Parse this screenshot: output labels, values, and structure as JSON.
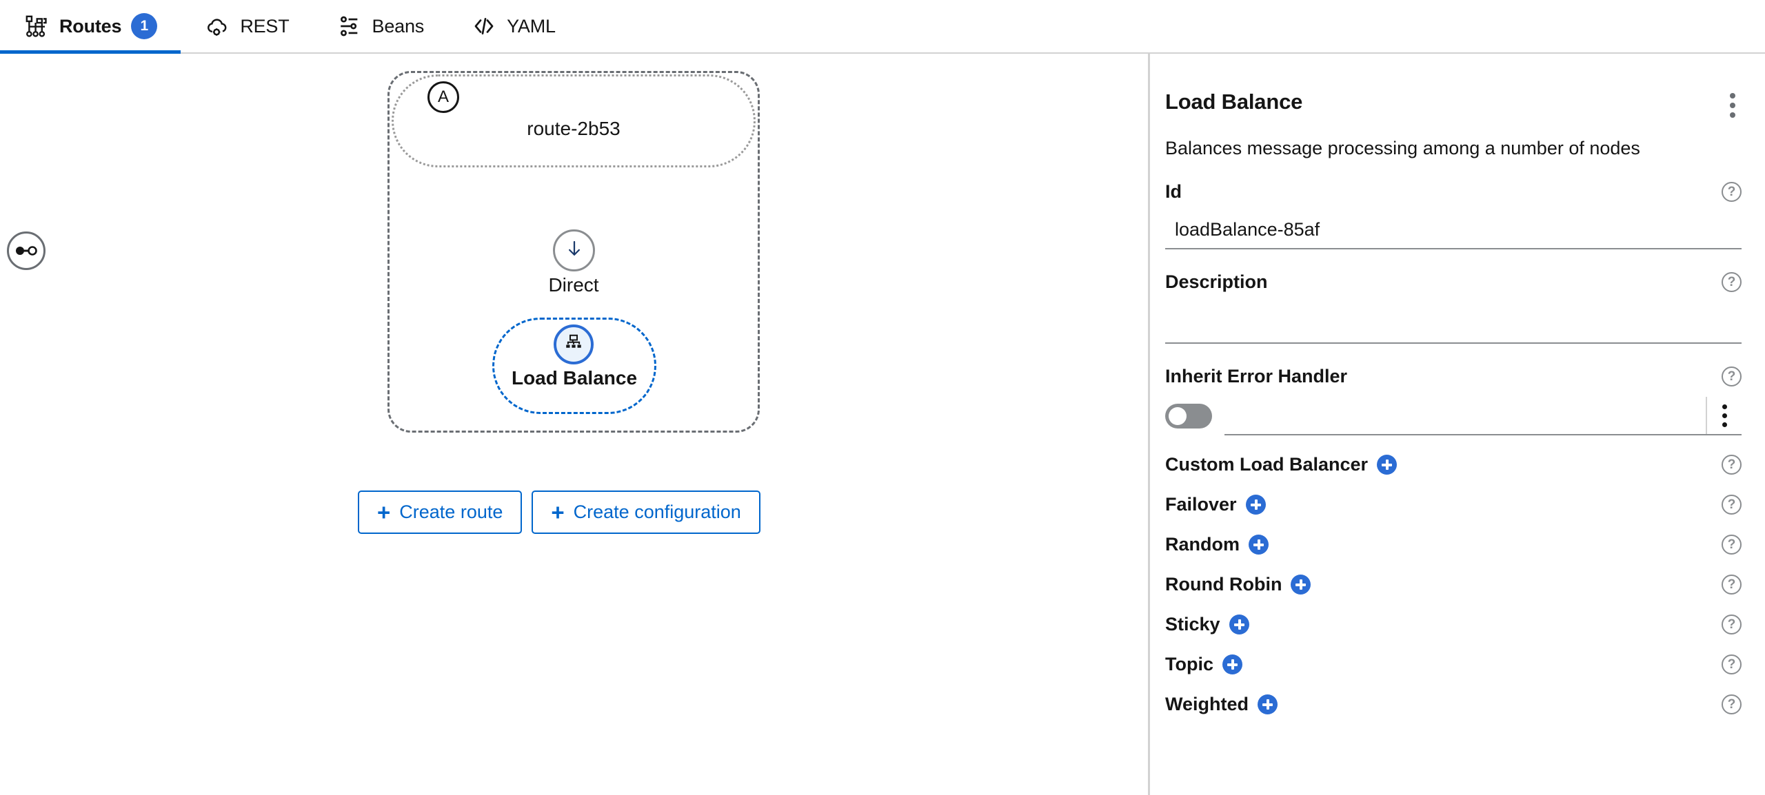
{
  "tabs": [
    {
      "id": "routes",
      "label": "Routes",
      "icon": "routes-icon",
      "badge": "1",
      "active": true
    },
    {
      "id": "rest",
      "label": "REST",
      "icon": "cloud-gear-icon",
      "badge": null,
      "active": false
    },
    {
      "id": "beans",
      "label": "Beans",
      "icon": "sliders-icon",
      "badge": null,
      "active": false
    },
    {
      "id": "yaml",
      "label": "YAML",
      "icon": "code-brackets-icon",
      "badge": null,
      "active": false
    }
  ],
  "canvas": {
    "route_badge": "A",
    "route_title": "route-2b53",
    "start_node": {
      "label": "Direct",
      "icon": "arrow-down-icon"
    },
    "step_node": {
      "label": "Load Balance",
      "icon": "load-balance-icon",
      "selected": true
    },
    "entry_endpoint_icon": "endpoint-icon",
    "buttons": [
      {
        "id": "create-route",
        "label": "Create route",
        "icon": "plus-icon"
      },
      {
        "id": "create-configuration",
        "label": "Create configuration",
        "icon": "plus-icon"
      }
    ]
  },
  "panel": {
    "title": "Load Balance",
    "description": "Balances message processing among a number of nodes",
    "menu_icon": "kebab-menu-icon",
    "fields": [
      {
        "id": "id",
        "label": "Id",
        "value": "loadBalance-85af",
        "placeholder": ""
      },
      {
        "id": "description",
        "label": "Description",
        "value": "",
        "placeholder": ""
      }
    ],
    "inherit_error_handler": {
      "label": "Inherit Error Handler",
      "toggle_on": false,
      "value": "",
      "placeholder": ""
    },
    "options": [
      {
        "id": "custom-load-balancer",
        "label": "Custom Load Balancer"
      },
      {
        "id": "failover",
        "label": "Failover"
      },
      {
        "id": "random",
        "label": "Random"
      },
      {
        "id": "round-robin",
        "label": "Round Robin"
      },
      {
        "id": "sticky",
        "label": "Sticky"
      },
      {
        "id": "topic",
        "label": "Topic"
      },
      {
        "id": "weighted",
        "label": "Weighted"
      }
    ],
    "help_icon": "question-circle-icon"
  },
  "colors": {
    "accent_blue": "#0066cc",
    "badge_blue": "#2b6cd4",
    "node_selected": "#2b6cd4",
    "node_selected_fill": "#eaf3fc",
    "border_gray": "#d2d2d2",
    "muted_gray": "#6a6e73",
    "text": "#151515"
  }
}
